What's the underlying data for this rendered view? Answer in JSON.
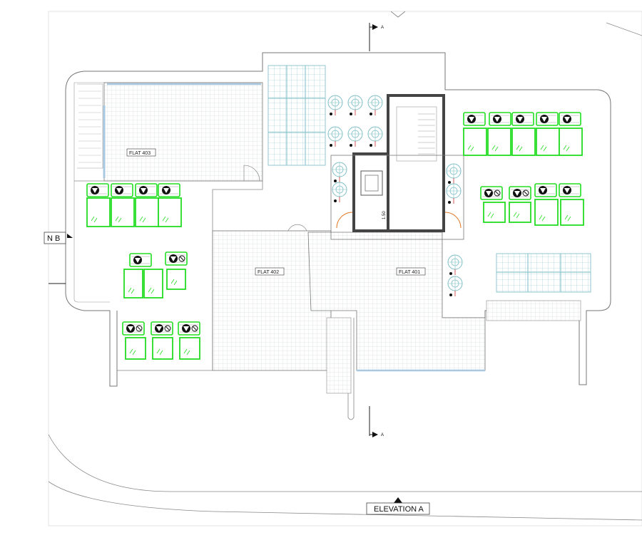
{
  "labels": {
    "flat_403": "FLAT 403",
    "flat_402": "FLAT 402",
    "flat_401": "FLAT 401",
    "elevation_a": "ELEVATION A",
    "section_b": "N B",
    "section_a_top": "A",
    "section_a_bottom": "A",
    "dimension": "1.50"
  },
  "colors": {
    "ac_unit": "#22dd22",
    "tile_fill": "#e9eeee",
    "wall": "#555555",
    "window": "#a9c9e0",
    "solar": "#8fc7cf",
    "door": "#e07a2a"
  },
  "groups": {
    "tanks": "water-tank",
    "ac_units": "ac-outdoor-unit",
    "solar_panels": "solar-panel"
  }
}
